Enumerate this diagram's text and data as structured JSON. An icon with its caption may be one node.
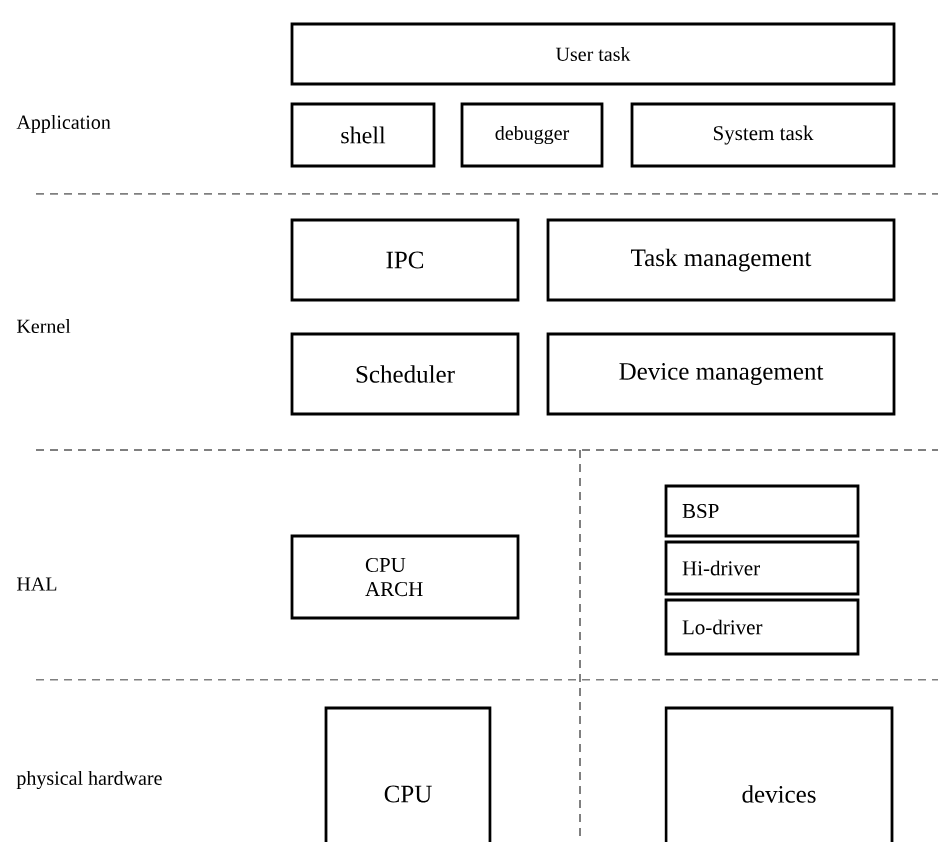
{
  "diagram": {
    "nodes": [
      {
        "text": [
          "User task"
        ]
      },
      {
        "text": [
          "shell"
        ]
      },
      {
        "text": [
          "debugger"
        ]
      },
      {
        "text": [
          "System task"
        ]
      },
      {
        "text": [
          "IPC"
        ]
      },
      {
        "text": [
          "Task management"
        ]
      },
      {
        "text": [
          "Scheduler"
        ]
      },
      {
        "text": [
          "Device management"
        ]
      },
      {
        "text": [
          "CPU ARCH"
        ]
      },
      {
        "text": [
          "BSP"
        ]
      },
      {
        "text": [
          "Hi-driver"
        ]
      },
      {
        "text": [
          "Lo-driver"
        ]
      },
      {
        "text": [
          "CPU"
        ]
      },
      {
        "text": [
          "devices"
        ]
      }
    ],
    "labels": [
      "Application",
      "Kernel",
      "HAL",
      "physical hardware"
    ]
  }
}
